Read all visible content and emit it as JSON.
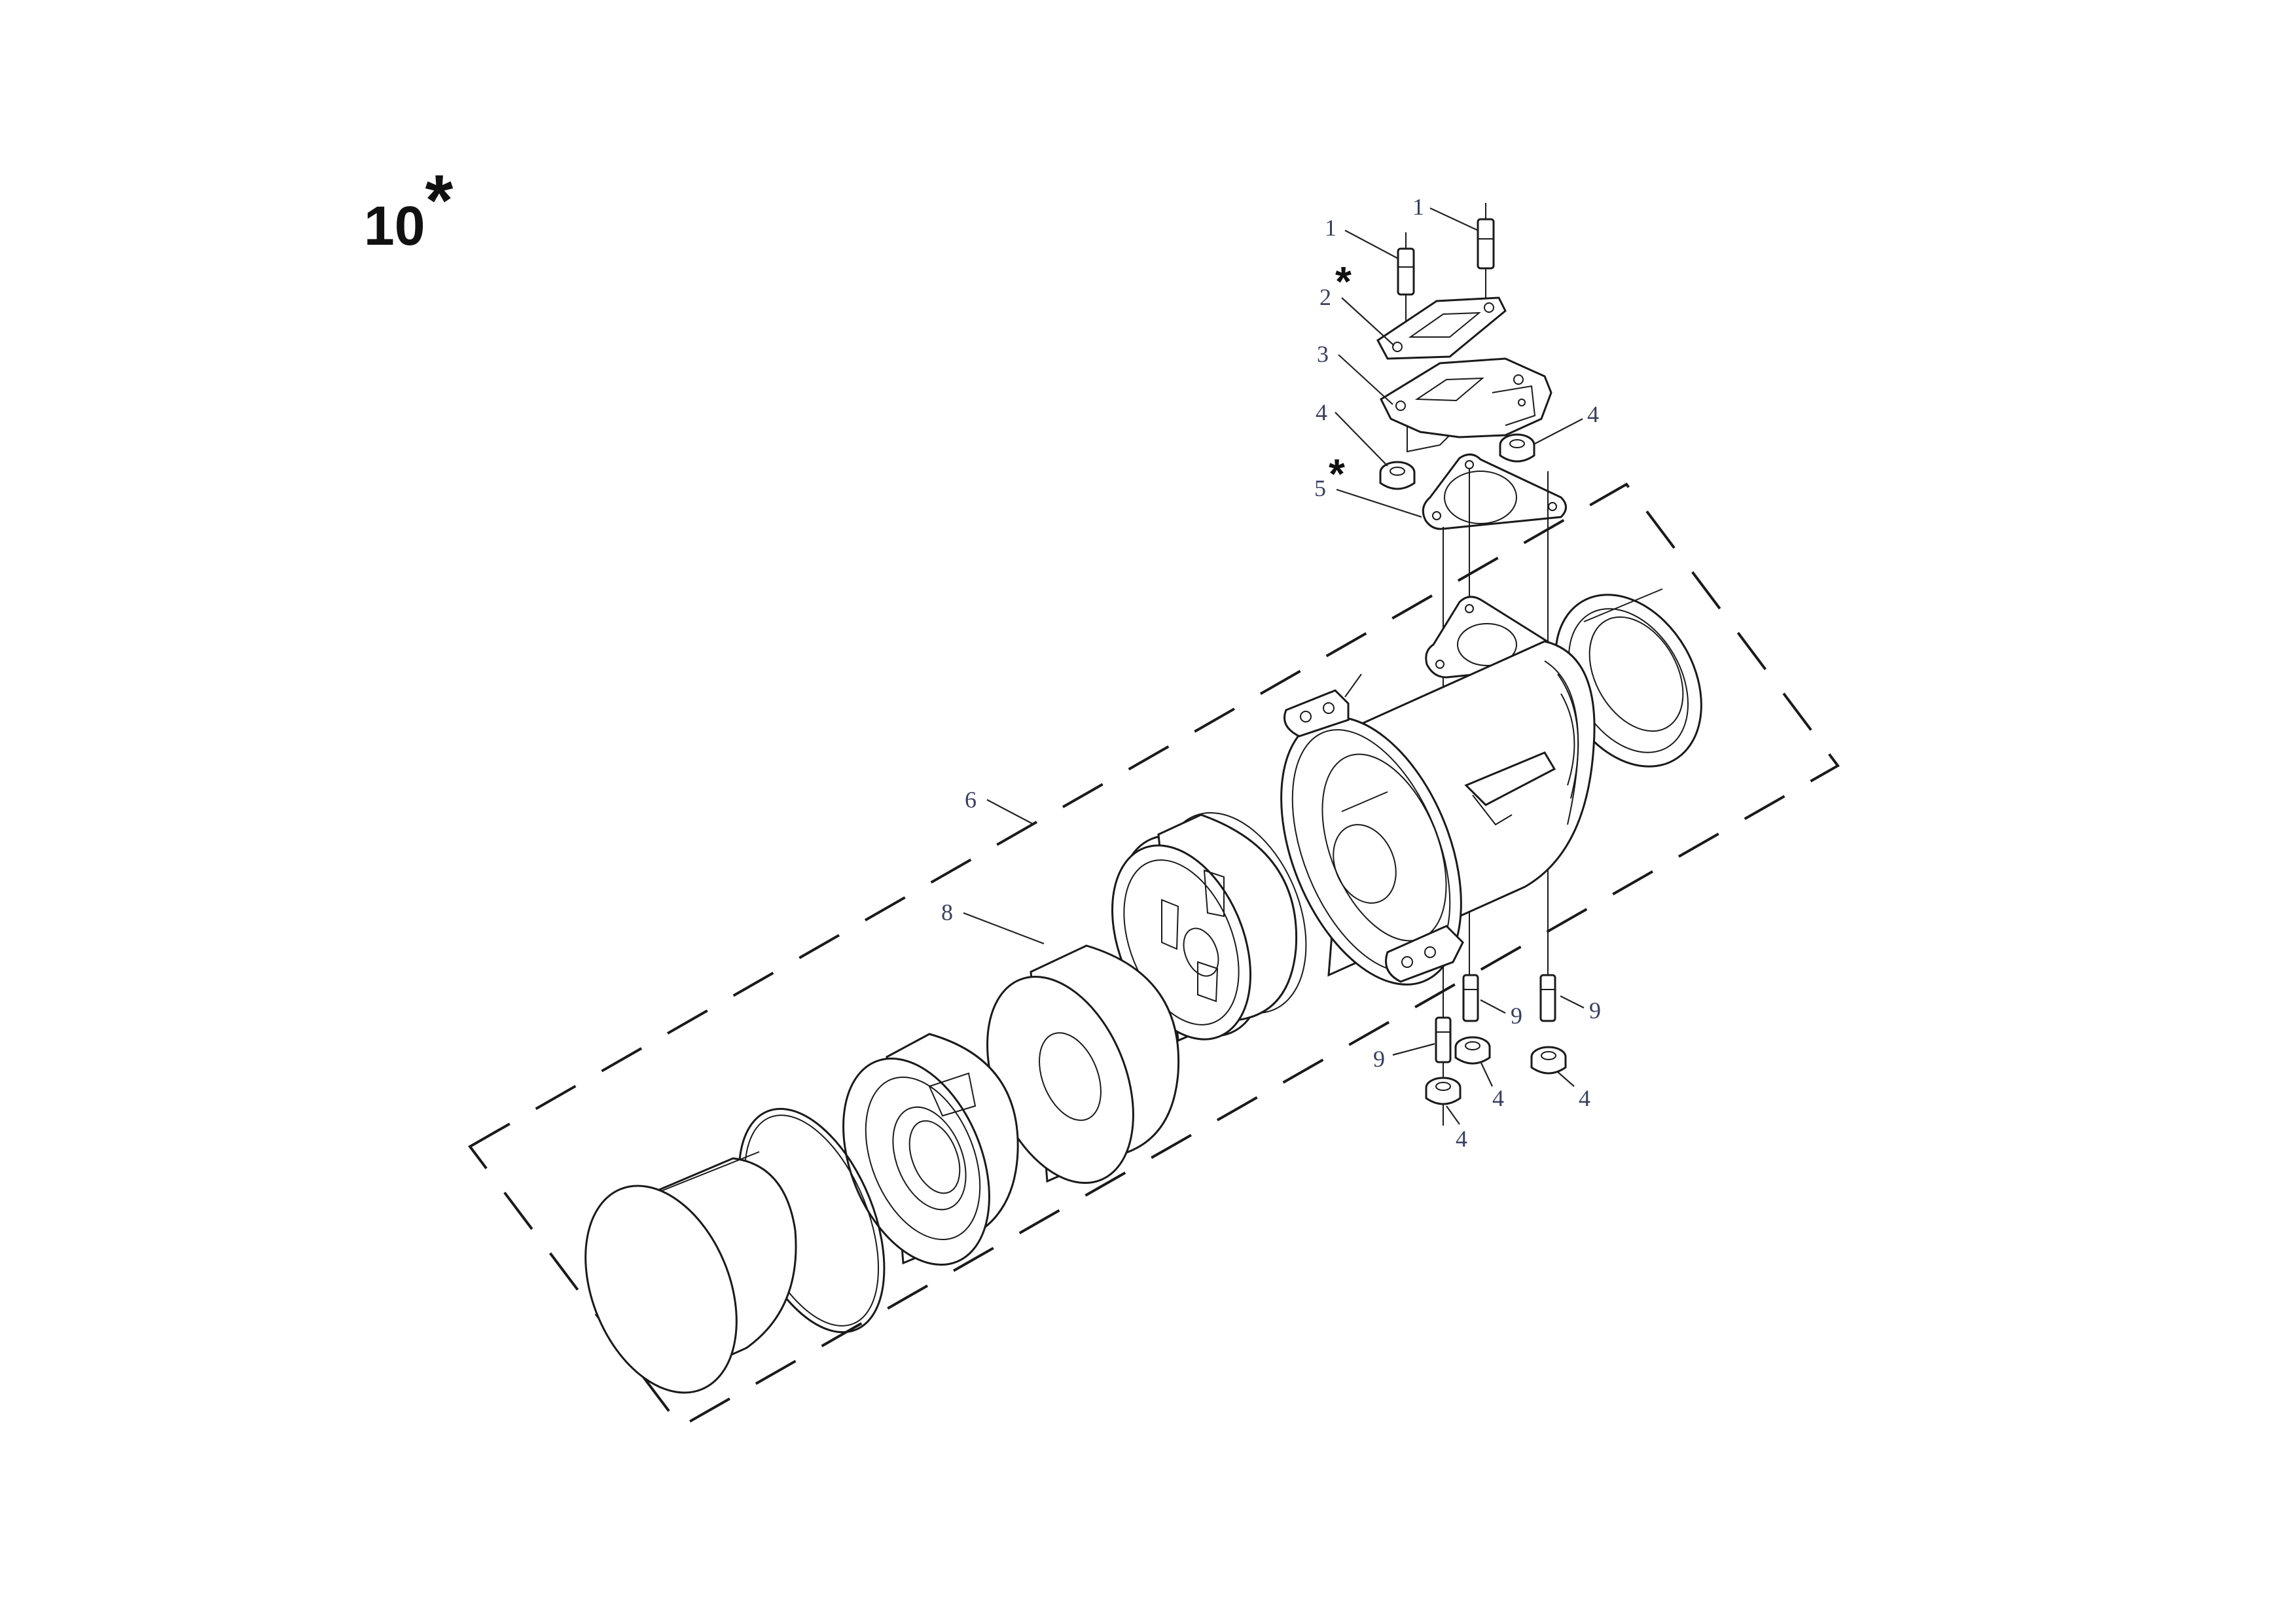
{
  "page": {
    "number": "10",
    "number_mark": "*"
  },
  "callouts": [
    {
      "id": "c1a",
      "label": "1"
    },
    {
      "id": "c1b",
      "label": "1"
    },
    {
      "id": "c2",
      "label": "2",
      "mark": "*"
    },
    {
      "id": "c3",
      "label": "3"
    },
    {
      "id": "c4a",
      "label": "4"
    },
    {
      "id": "c4b",
      "label": "4"
    },
    {
      "id": "c5",
      "label": "5",
      "mark": "*"
    },
    {
      "id": "c6",
      "label": "6"
    },
    {
      "id": "c8",
      "label": "8"
    },
    {
      "id": "c9a",
      "label": "9"
    },
    {
      "id": "c9b",
      "label": "9"
    },
    {
      "id": "c9c",
      "label": "9"
    },
    {
      "id": "c4c",
      "label": "4"
    },
    {
      "id": "c4d",
      "label": "4"
    },
    {
      "id": "c4e",
      "label": "4"
    }
  ]
}
